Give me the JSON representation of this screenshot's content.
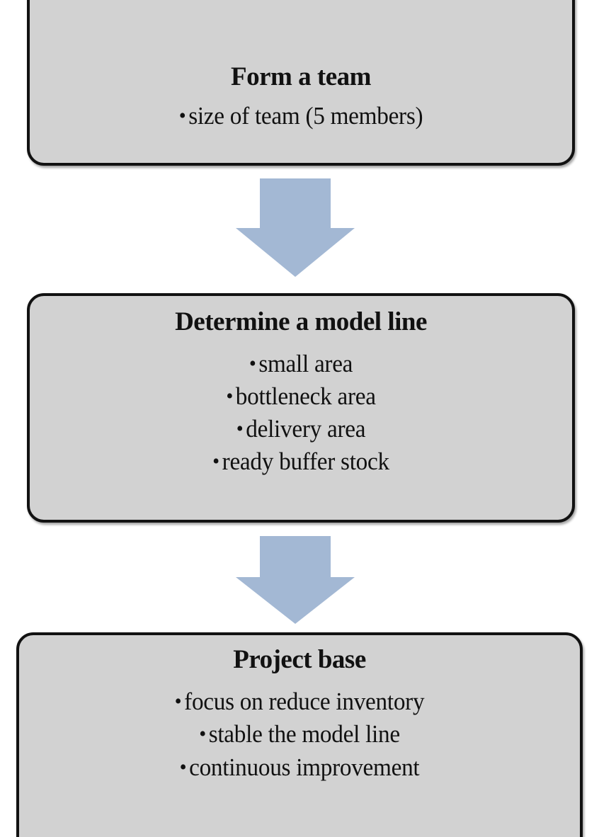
{
  "diagram": {
    "type": "vertical-flowchart",
    "orientation": "top-to-bottom",
    "background_color": "#ffffff",
    "node_fill_color": "#d2d2d2",
    "node_border_color": "#121212",
    "arrow_color": "#a3b8d4",
    "text_color": "#111111"
  },
  "nodes": [
    {
      "id": "form-a-team",
      "title": "Form a team",
      "bullets": [
        "size of team (5 members)"
      ]
    },
    {
      "id": "determine-a-model-line",
      "title": "Determine a model line",
      "bullets": [
        "small area",
        "bottleneck area",
        "delivery area",
        "ready buffer stock"
      ]
    },
    {
      "id": "project-base",
      "title": "Project base",
      "bullets": [
        "focus on reduce inventory",
        "stable the model line",
        "continuous improvement"
      ]
    }
  ],
  "connectors": [
    {
      "id": "arrow-1",
      "icon": "arrow-down-icon",
      "from": "form-a-team",
      "to": "determine-a-model-line"
    },
    {
      "id": "arrow-2",
      "icon": "arrow-down-icon",
      "from": "determine-a-model-line",
      "to": "project-base"
    }
  ]
}
